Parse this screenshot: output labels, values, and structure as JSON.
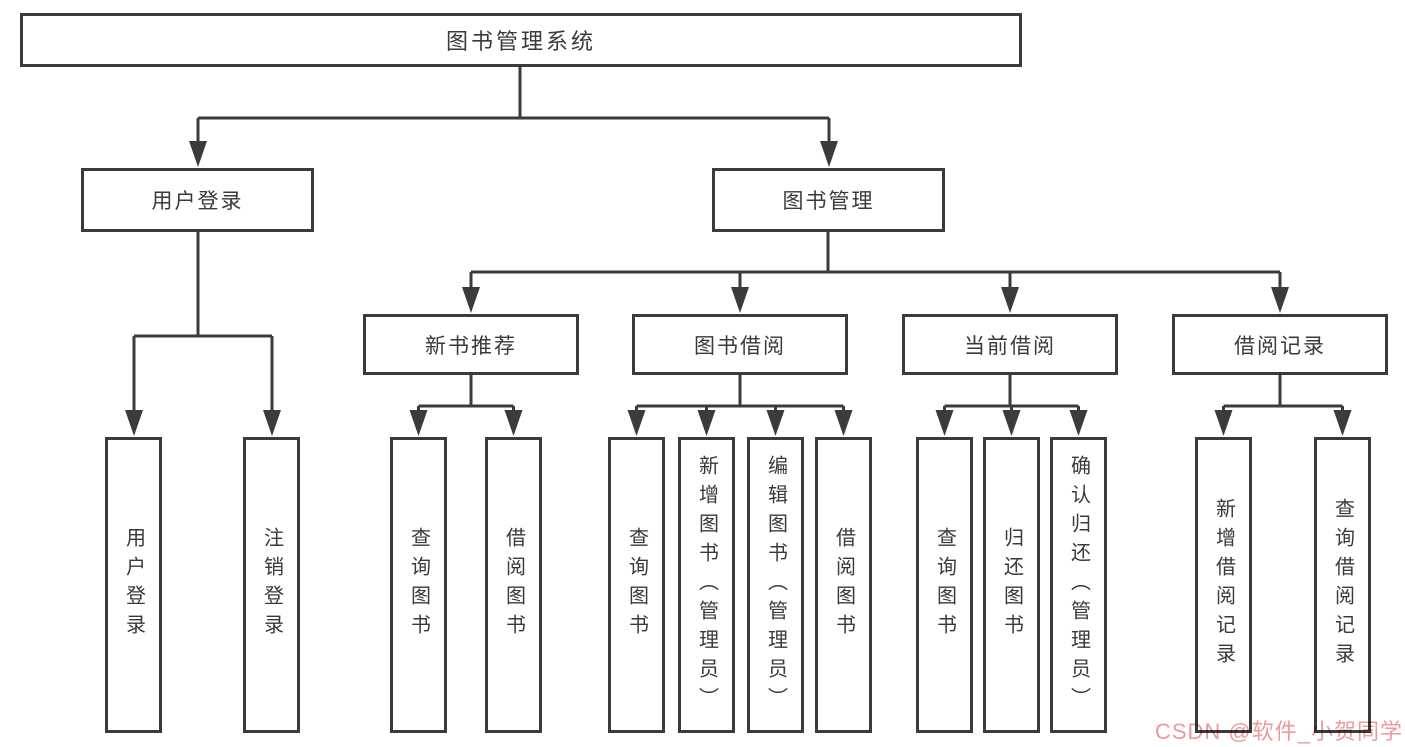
{
  "diagram": {
    "title": "图书管理系统",
    "nodes": {
      "root": "图书管理系统",
      "branches": [
        {
          "label": "用户登录",
          "children": [
            "用户登录",
            "注销登录"
          ]
        },
        {
          "label": "图书管理",
          "sections": [
            {
              "label": "新书推荐",
              "children": [
                "查询图书",
                "借阅图书"
              ]
            },
            {
              "label": "图书借阅",
              "children": [
                "查询图书",
                "新增图书（管理员）",
                "编辑图书（管理员）",
                "借阅图书"
              ]
            },
            {
              "label": "当前借阅",
              "children": [
                "查询图书",
                "归还图书",
                "确认归还（管理员）"
              ]
            },
            {
              "label": "借阅记录",
              "children": [
                "新增借阅记录",
                "查询借阅记录"
              ]
            }
          ]
        }
      ]
    },
    "colors": {
      "line": "#3b3b3b",
      "text": "#3a3a3a",
      "background": "#ffffff",
      "watermark": "#e89c9c"
    }
  },
  "watermark": {
    "text": "CSDN @软件_小贺同学"
  }
}
